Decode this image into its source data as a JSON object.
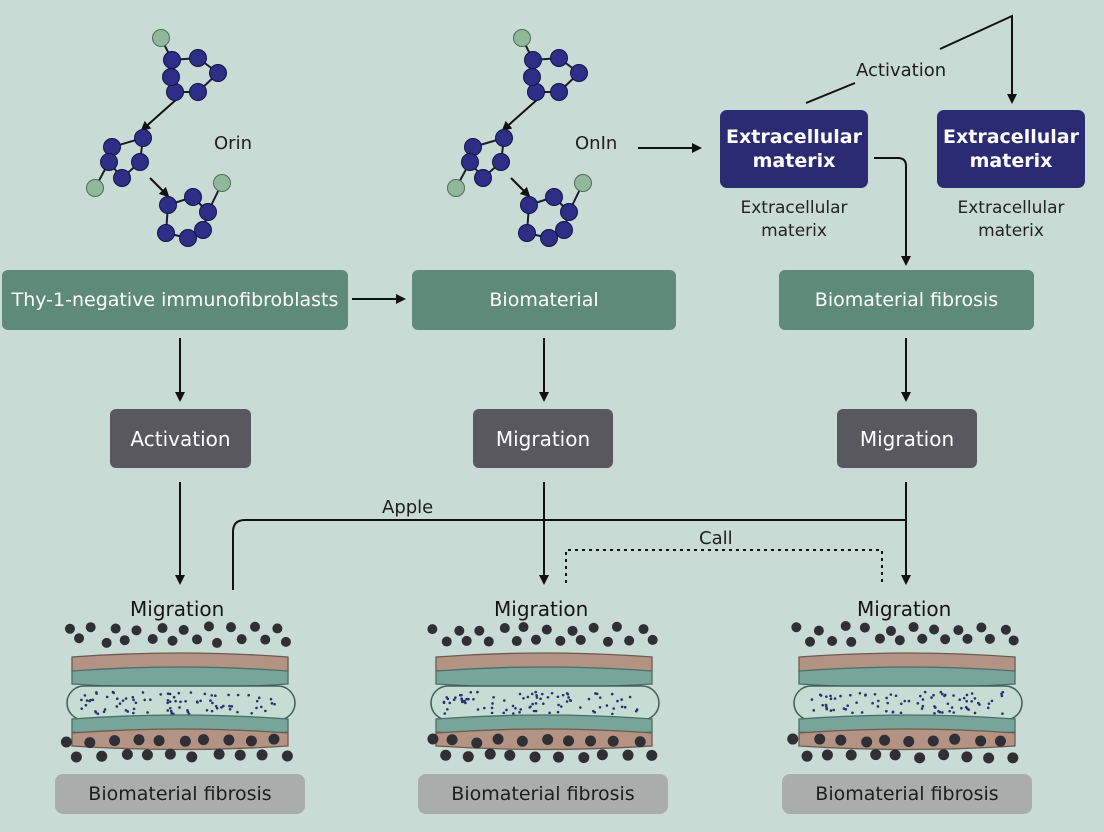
{
  "molecule_labels": {
    "left": "Orin",
    "middle": "OnIn"
  },
  "top_activation_label": "Activation",
  "ecm_boxes": [
    {
      "label": "Extracellular materix",
      "caption": "Extracellular materix"
    },
    {
      "label": "Extracellular materix",
      "caption": "Extracellular materix"
    }
  ],
  "row1": [
    "Thy-1-negative immunofibroblasts",
    "Biomaterial",
    "Biomaterial fibrosis"
  ],
  "row2": [
    "Activation",
    "Migration",
    "Migration"
  ],
  "connector_labels": {
    "solid": "Apple",
    "dotted": "Call"
  },
  "tissue_titles": [
    "Migration",
    "Migration",
    "Migration"
  ],
  "tissue_captions": [
    "Biomaterial fibrosis",
    "Biomaterial fibrosis",
    "Biomaterial fibrosis"
  ],
  "colors": {
    "background": "#c9dbd5",
    "process_box": "#5e8a7a",
    "step_box": "#58585e",
    "ecm_box": "#2b2b73",
    "caption_box": "#a9aeac",
    "molecule_node": "#2d2f86",
    "molecule_terminal": "#8fb99a"
  },
  "icons": [
    "molecule-icon",
    "tissue-layer-icon",
    "arrow-icon"
  ]
}
